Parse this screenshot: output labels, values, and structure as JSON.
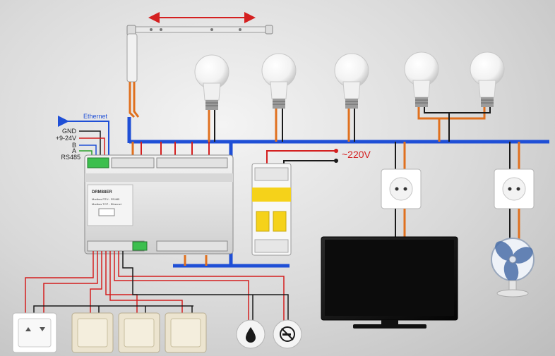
{
  "labels": {
    "ethernet": "Ethernet",
    "gnd": "GND",
    "power": "+9-24V",
    "b": "B",
    "a": "A",
    "rs485": "RS485",
    "mains": "~220V"
  },
  "controller": {
    "brand": "DRM88ER",
    "line1": "Modbus RTU - RS485",
    "line2": "Modbus TCP - Ethernet"
  },
  "colors": {
    "neutral_bus": "#1f4fd6",
    "phase_wire": "#e0701e",
    "signal_red": "#d41f1f",
    "signal_black": "#1a1a1a",
    "arrow": "#d42020"
  },
  "icons": {
    "curtain": "curtain-motor-icon",
    "bulb": "light-bulb-icon",
    "breaker": "circuit-breaker-icon",
    "socket": "power-socket-icon",
    "tv": "tv-icon",
    "fan": "fan-icon",
    "leak": "water-leak-sensor-icon",
    "smoke": "smoke-sensor-icon",
    "switch": "wall-switch-icon"
  }
}
